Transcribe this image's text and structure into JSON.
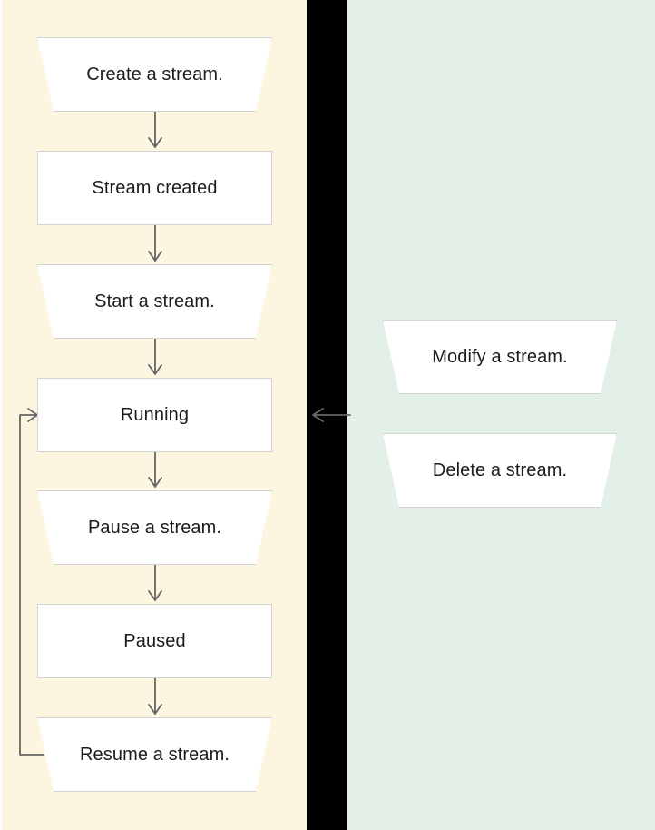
{
  "diagram": {
    "title": "Stream lifecycle flowchart",
    "type": "flowchart",
    "panels": {
      "left": {
        "name": "stream-lifecycle-panel",
        "background": "#fcf5e0"
      },
      "divider": {
        "name": "panel-divider",
        "background": "#000000"
      },
      "right": {
        "name": "stream-operations-panel",
        "background": "#e2f0e8"
      }
    },
    "colors": {
      "node_fill": "#ffffff",
      "node_border": "#d2d2d2",
      "connector": "#666666",
      "text": "#1c1c1c",
      "left_panel": "#fcf5e0",
      "right_panel": "#e2f0e8",
      "divider": "#000000"
    },
    "nodes": {
      "create": {
        "label": "Create a stream.",
        "shape": "trapezoid"
      },
      "created": {
        "label": "Stream created",
        "shape": "rectangle"
      },
      "start": {
        "label": "Start a stream.",
        "shape": "trapezoid"
      },
      "running": {
        "label": "Running",
        "shape": "rectangle"
      },
      "pause": {
        "label": "Pause a stream.",
        "shape": "trapezoid"
      },
      "paused": {
        "label": "Paused",
        "shape": "rectangle"
      },
      "resume": {
        "label": "Resume a stream.",
        "shape": "trapezoid"
      },
      "modify": {
        "label": "Modify a stream.",
        "shape": "trapezoid"
      },
      "delete": {
        "label": "Delete a stream.",
        "shape": "trapezoid"
      }
    },
    "edges": [
      {
        "name": "edge-create-to-created",
        "from": "create",
        "to": "created",
        "direction": "down"
      },
      {
        "name": "edge-created-to-start",
        "from": "created",
        "to": "start",
        "direction": "down"
      },
      {
        "name": "edge-start-to-running",
        "from": "start",
        "to": "running",
        "direction": "down"
      },
      {
        "name": "edge-running-to-pause",
        "from": "running",
        "to": "pause",
        "direction": "down"
      },
      {
        "name": "edge-pause-to-paused",
        "from": "pause",
        "to": "paused",
        "direction": "down"
      },
      {
        "name": "edge-paused-to-resume",
        "from": "paused",
        "to": "resume",
        "direction": "down"
      },
      {
        "name": "edge-resume-to-running",
        "from": "resume",
        "to": "running",
        "direction": "loop-left-up"
      },
      {
        "name": "edge-operations-to-running",
        "from": "operations",
        "to": "running",
        "direction": "left"
      }
    ]
  }
}
